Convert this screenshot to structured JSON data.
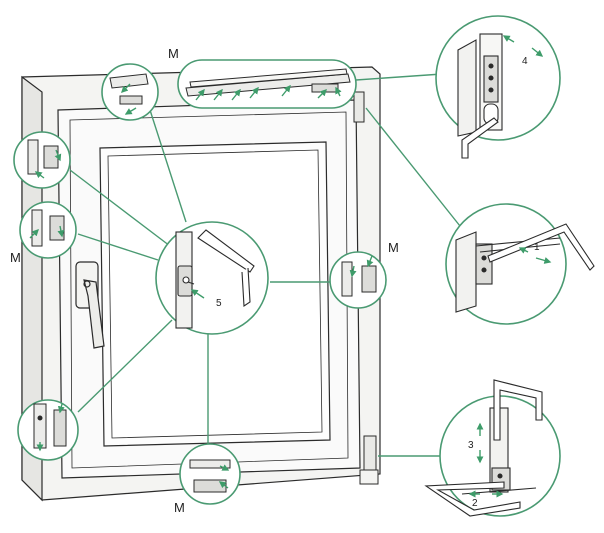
{
  "labels": {
    "m_top": "M",
    "m_left": "M",
    "m_right": "M",
    "m_bottom": "M",
    "n1": "1",
    "n2": "2",
    "n3": "3",
    "n4": "4",
    "n5": "5"
  },
  "colors": {
    "leader": "#4a9a72",
    "arrow": "#3e9c6a",
    "line": "#2b2b2b",
    "frame_fill": "#f4f4f2",
    "shade": "#d9d9d6"
  }
}
